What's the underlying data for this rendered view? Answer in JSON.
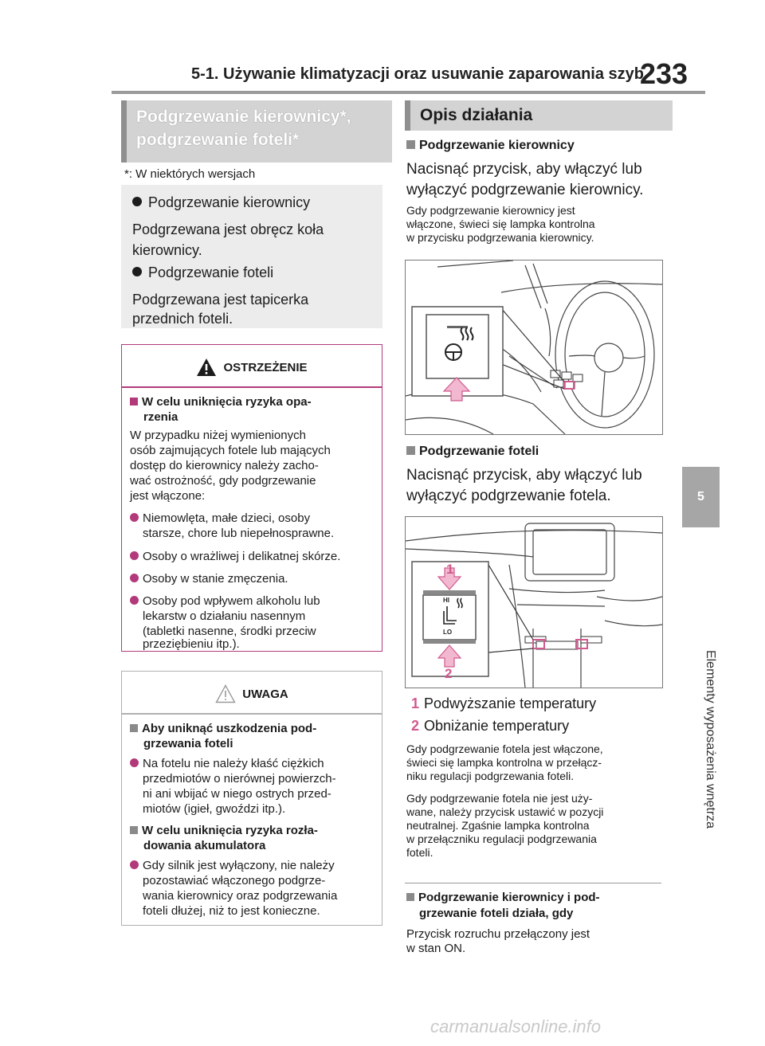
{
  "header": {
    "title": "5-1. Używanie klimatyzacji oraz usuwanie zaparowania szyb",
    "page_number": "233"
  },
  "side_tab": {
    "number": "5",
    "label": "Elementy wyposażenia wnętrza"
  },
  "left": {
    "heading_line1": "Podgrzewanie kierownicy*,",
    "heading_line2": "podgrzewanie foteli*",
    "footnote": "*: W niektórych wersjach",
    "info": {
      "item1_title": "Podgrzewanie kierownicy",
      "item1_text_line1": "Podgrzewana jest obręcz koła",
      "item1_text_line2": "kierownicy.",
      "item2_title": "Podgrzewanie foteli",
      "item2_text_line1": "Podgrzewana jest tapicerka",
      "item2_text_line2": "przednich foteli."
    },
    "warning": {
      "title": "OSTRZEŻENIE",
      "sub_line1": "W celu uniknięcia ryzyka opa-",
      "sub_line2": "rzenia",
      "intro_lines": [
        "W przypadku niżej wymienionych",
        "osób zajmujących fotele lub mających",
        "dostęp do kierownicy należy zacho-",
        "wać ostrożność, gdy podgrzewanie",
        "jest włączone:"
      ],
      "b1_line1": "Niemowlęta, małe dzieci, osoby",
      "b1_line2": "starsze, chore lub niepełnosprawne.",
      "b2": "Osoby o wrażliwej i delikatnej skórze.",
      "b3": "Osoby w stanie zmęczenia.",
      "b4_lines": [
        "Osoby pod wpływem alkoholu lub",
        "lekarstw o działaniu nasennym",
        "(tabletki nasenne, środki przeciw",
        "przeziębieniu itp.)."
      ]
    },
    "caution": {
      "title": "UWAGA",
      "s1_line1": "Aby uniknąć uszkodzenia pod-",
      "s1_line2": "grzewania foteli",
      "b1_lines": [
        "Na fotelu nie należy kłaść ciężkich",
        "przedmiotów o nierównej powierzch-",
        "ni ani wbijać w niego ostrych przed-",
        "miotów (igieł, gwoździ itp.)."
      ],
      "s2_line1": "W celu uniknięcia ryzyka rozła-",
      "s2_line2": "dowania akumulatora",
      "b2_lines": [
        "Gdy silnik jest wyłączony, nie należy",
        "pozostawiać włączonego podgrze-",
        "wania kierownicy oraz podgrzewania",
        "foteli dłużej, niż to jest konieczne."
      ]
    }
  },
  "right": {
    "heading": "Opis działania",
    "steering": {
      "subtitle": "Podgrzewanie kierownicy",
      "big_line1": "Nacisnąć przycisk, aby włączyć lub",
      "big_line2": "wyłączyć podgrzewanie kierownicy.",
      "small_lines": [
        "Gdy podgrzewanie kierownicy jest",
        "włączone, świeci się lampka kontrolna",
        "w przycisku podgrzewania kierownicy."
      ]
    },
    "seats": {
      "subtitle": "Podgrzewanie foteli",
      "big_line1": "Nacisnąć przycisk, aby włączyć lub",
      "big_line2": "wyłączyć podgrzewanie fotela.",
      "callout1_num": "1",
      "callout2_num": "2",
      "hi_label": "HI",
      "lo_label": "LO",
      "item1_num": "1",
      "item1_text": "Podwyższanie temperatury",
      "item2_num": "2",
      "item2_text": "Obniżanie temperatury",
      "p1_lines": [
        "Gdy podgrzewanie fotela jest włączone,",
        "świeci się lampka kontrolna w przełącz-",
        "niku regulacji podgrzewania foteli."
      ],
      "p2_lines": [
        "Gdy podgrzewanie fotela nie jest uży-",
        "wane, należy przycisk ustawić w pozycji",
        "neutralnej. Zgaśnie lampka kontrolna",
        "w przełączniku regulacji podgrzewania",
        "foteli."
      ]
    },
    "note": {
      "title_line1": "Podgrzewanie kierownicy i pod-",
      "title_line2": "grzewanie foteli działa, gdy",
      "text_line1": "Przycisk rozruchu przełączony jest",
      "text_line2": "w stan ON."
    }
  },
  "watermark": "carmanualsonline.info",
  "colors": {
    "accent_pink": "#d15a8e",
    "warning_border": "#b23a7a",
    "heading_grey": "#d3d3d3",
    "tab_grey": "#a6a6a6"
  }
}
